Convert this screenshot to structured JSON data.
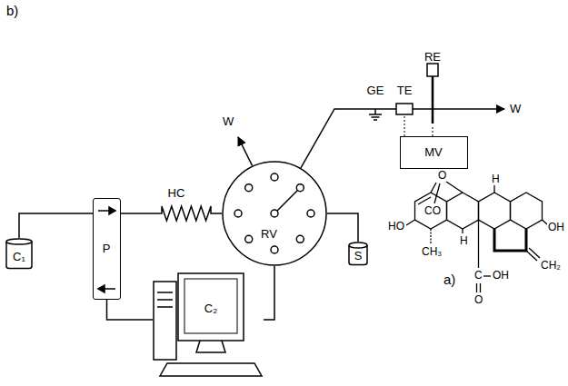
{
  "diagram": {
    "nodes": [
      {
        "text": [
          "C₁"
        ]
      },
      {
        "text": [
          "P"
        ]
      },
      {
        "text": [
          "HC"
        ]
      },
      {
        "text": [
          "RV"
        ]
      },
      {
        "text": [
          "GE"
        ]
      },
      {
        "text": [
          "TE"
        ]
      },
      {
        "text": [
          "RE"
        ]
      },
      {
        "text": [
          "MV"
        ]
      },
      {
        "text": [
          "S"
        ]
      },
      {
        "text": [
          "C₂"
        ]
      }
    ],
    "edges": [
      {
        "from": 0,
        "to": 1,
        "arrow": "none"
      },
      {
        "from": 1,
        "to": 2,
        "arrow": "none"
      },
      {
        "from": 2,
        "to": 3,
        "arrow": "none"
      },
      {
        "from": 3,
        "to": 4,
        "arrow": "none"
      },
      {
        "from": 4,
        "to": 5,
        "arrow": "none"
      },
      {
        "from": 5,
        "to": 6,
        "arrow": "none"
      },
      {
        "from": 5,
        "to": 7,
        "arrow": "none"
      },
      {
        "from": 6,
        "to": 7,
        "arrow": "none"
      },
      {
        "from": 3,
        "to": 8,
        "arrow": "none"
      },
      {
        "from": 1,
        "to": 9,
        "arrow": "none"
      },
      {
        "from": 9,
        "to": 3,
        "arrow": "none"
      }
    ],
    "labels": [
      "b)",
      "W",
      "W",
      "a)",
      "O",
      "CO",
      "HO",
      "CH₃",
      "H",
      "H",
      "C",
      "OH",
      "O",
      "OH",
      "CH₂"
    ]
  }
}
